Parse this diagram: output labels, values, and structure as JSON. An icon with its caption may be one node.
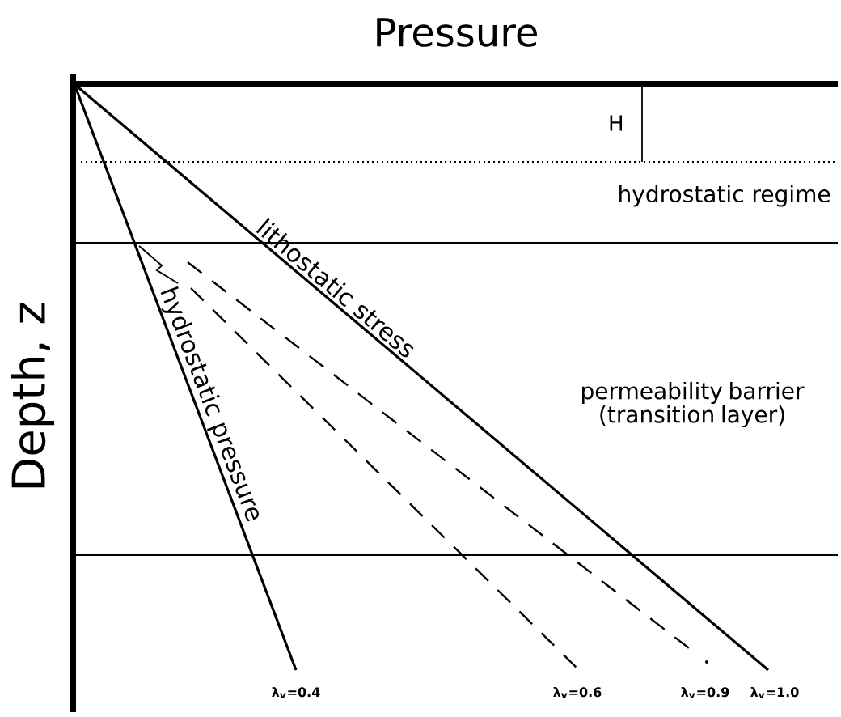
{
  "diagram": {
    "labels": [
      "Pressure",
      "H",
      "hydrostatic regime",
      "lithostatic stress",
      "permeability barrier (transition layer)",
      "Depth, z",
      "hydrostatic pressure",
      "λ$_{v}$=0.4",
      "λ$_{v}$=0.6",
      "λ$_{v}$=0.9",
      "λ$_{v}$=1.0"
    ]
  }
}
